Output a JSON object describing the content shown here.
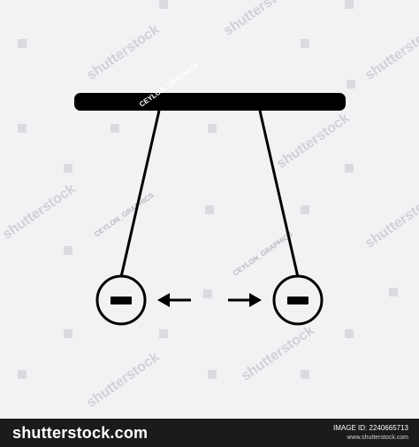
{
  "diagram": {
    "bar_label": "CEYLON_GRAPHICS",
    "charges": {
      "left": "negative",
      "right": "negative"
    },
    "arrows": {
      "left": "arrow-left",
      "right": "arrow-right"
    },
    "colors": {
      "ink": "#000000",
      "background": "#f2f2f4"
    }
  },
  "watermarks": {
    "brand": "shutterstock",
    "author": "CEYLON_GRAPHICS"
  },
  "footer": {
    "brand": "shutterstock.com",
    "image_id": "IMAGE ID: 2240665713",
    "site": "www.shutterstock.com"
  }
}
